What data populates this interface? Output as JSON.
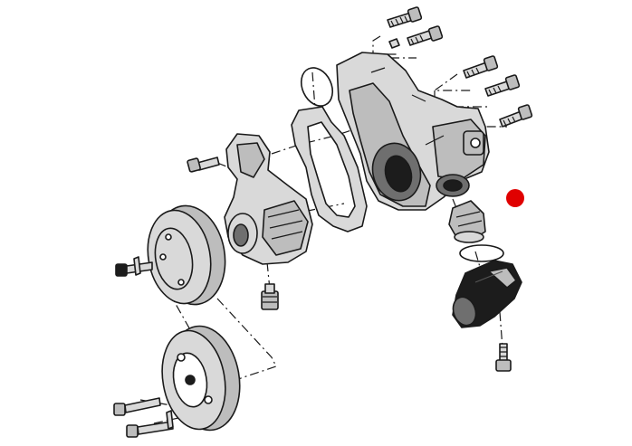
{
  "diagram": {
    "kind": "exploded-view",
    "subject": "water-pump-assembly",
    "marker_color": "#e00000",
    "parts": [
      {
        "name": "upper-bolts"
      },
      {
        "name": "o-ring-upper"
      },
      {
        "name": "pump-housing"
      },
      {
        "name": "right-bolts"
      },
      {
        "name": "gasket"
      },
      {
        "name": "water-pump"
      },
      {
        "name": "pump-pulley"
      },
      {
        "name": "crank-pulley"
      },
      {
        "name": "thermostat"
      },
      {
        "name": "thermostat-o-ring"
      },
      {
        "name": "coolant-flange"
      },
      {
        "name": "flange-bolt"
      },
      {
        "name": "grease-nipple"
      }
    ]
  }
}
